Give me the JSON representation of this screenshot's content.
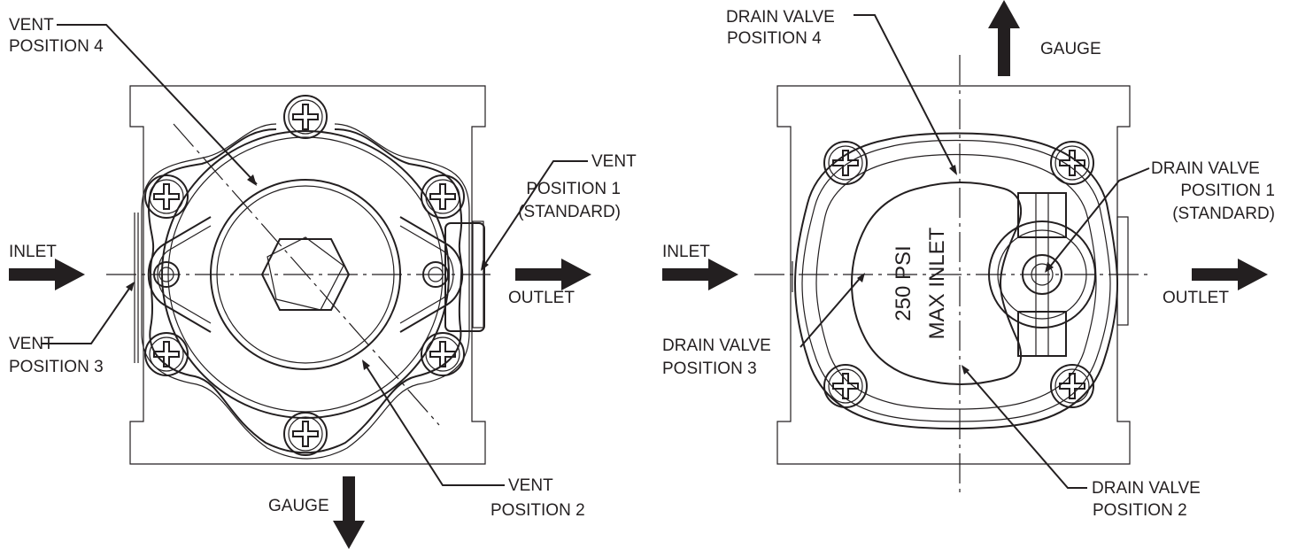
{
  "left_view": {
    "labels": {
      "vent_position_4": [
        "VENT",
        "POSITION 4"
      ],
      "vent_position_1": [
        "VENT",
        "POSITION 1",
        "(STANDARD)"
      ],
      "vent_position_3": [
        "VENT",
        "POSITION 3"
      ],
      "vent_position_2": [
        "VENT",
        "POSITION 2"
      ],
      "inlet": "INLET",
      "outlet": "OUTLET",
      "gauge": "GAUGE"
    }
  },
  "right_view": {
    "labels": {
      "drain_valve_position_4": [
        "DRAIN VALVE",
        "POSITION 4"
      ],
      "drain_valve_position_1": [
        "DRAIN VALVE",
        "POSITION 1",
        "(STANDARD)"
      ],
      "drain_valve_position_3": [
        "DRAIN VALVE",
        "POSITION 3"
      ],
      "drain_valve_position_2": [
        "DRAIN VALVE",
        "POSITION 2"
      ],
      "inlet": "INLET",
      "outlet": "OUTLET",
      "gauge": "GAUGE"
    },
    "cover_marking": [
      "250 PSI",
      "MAX INLET"
    ]
  }
}
